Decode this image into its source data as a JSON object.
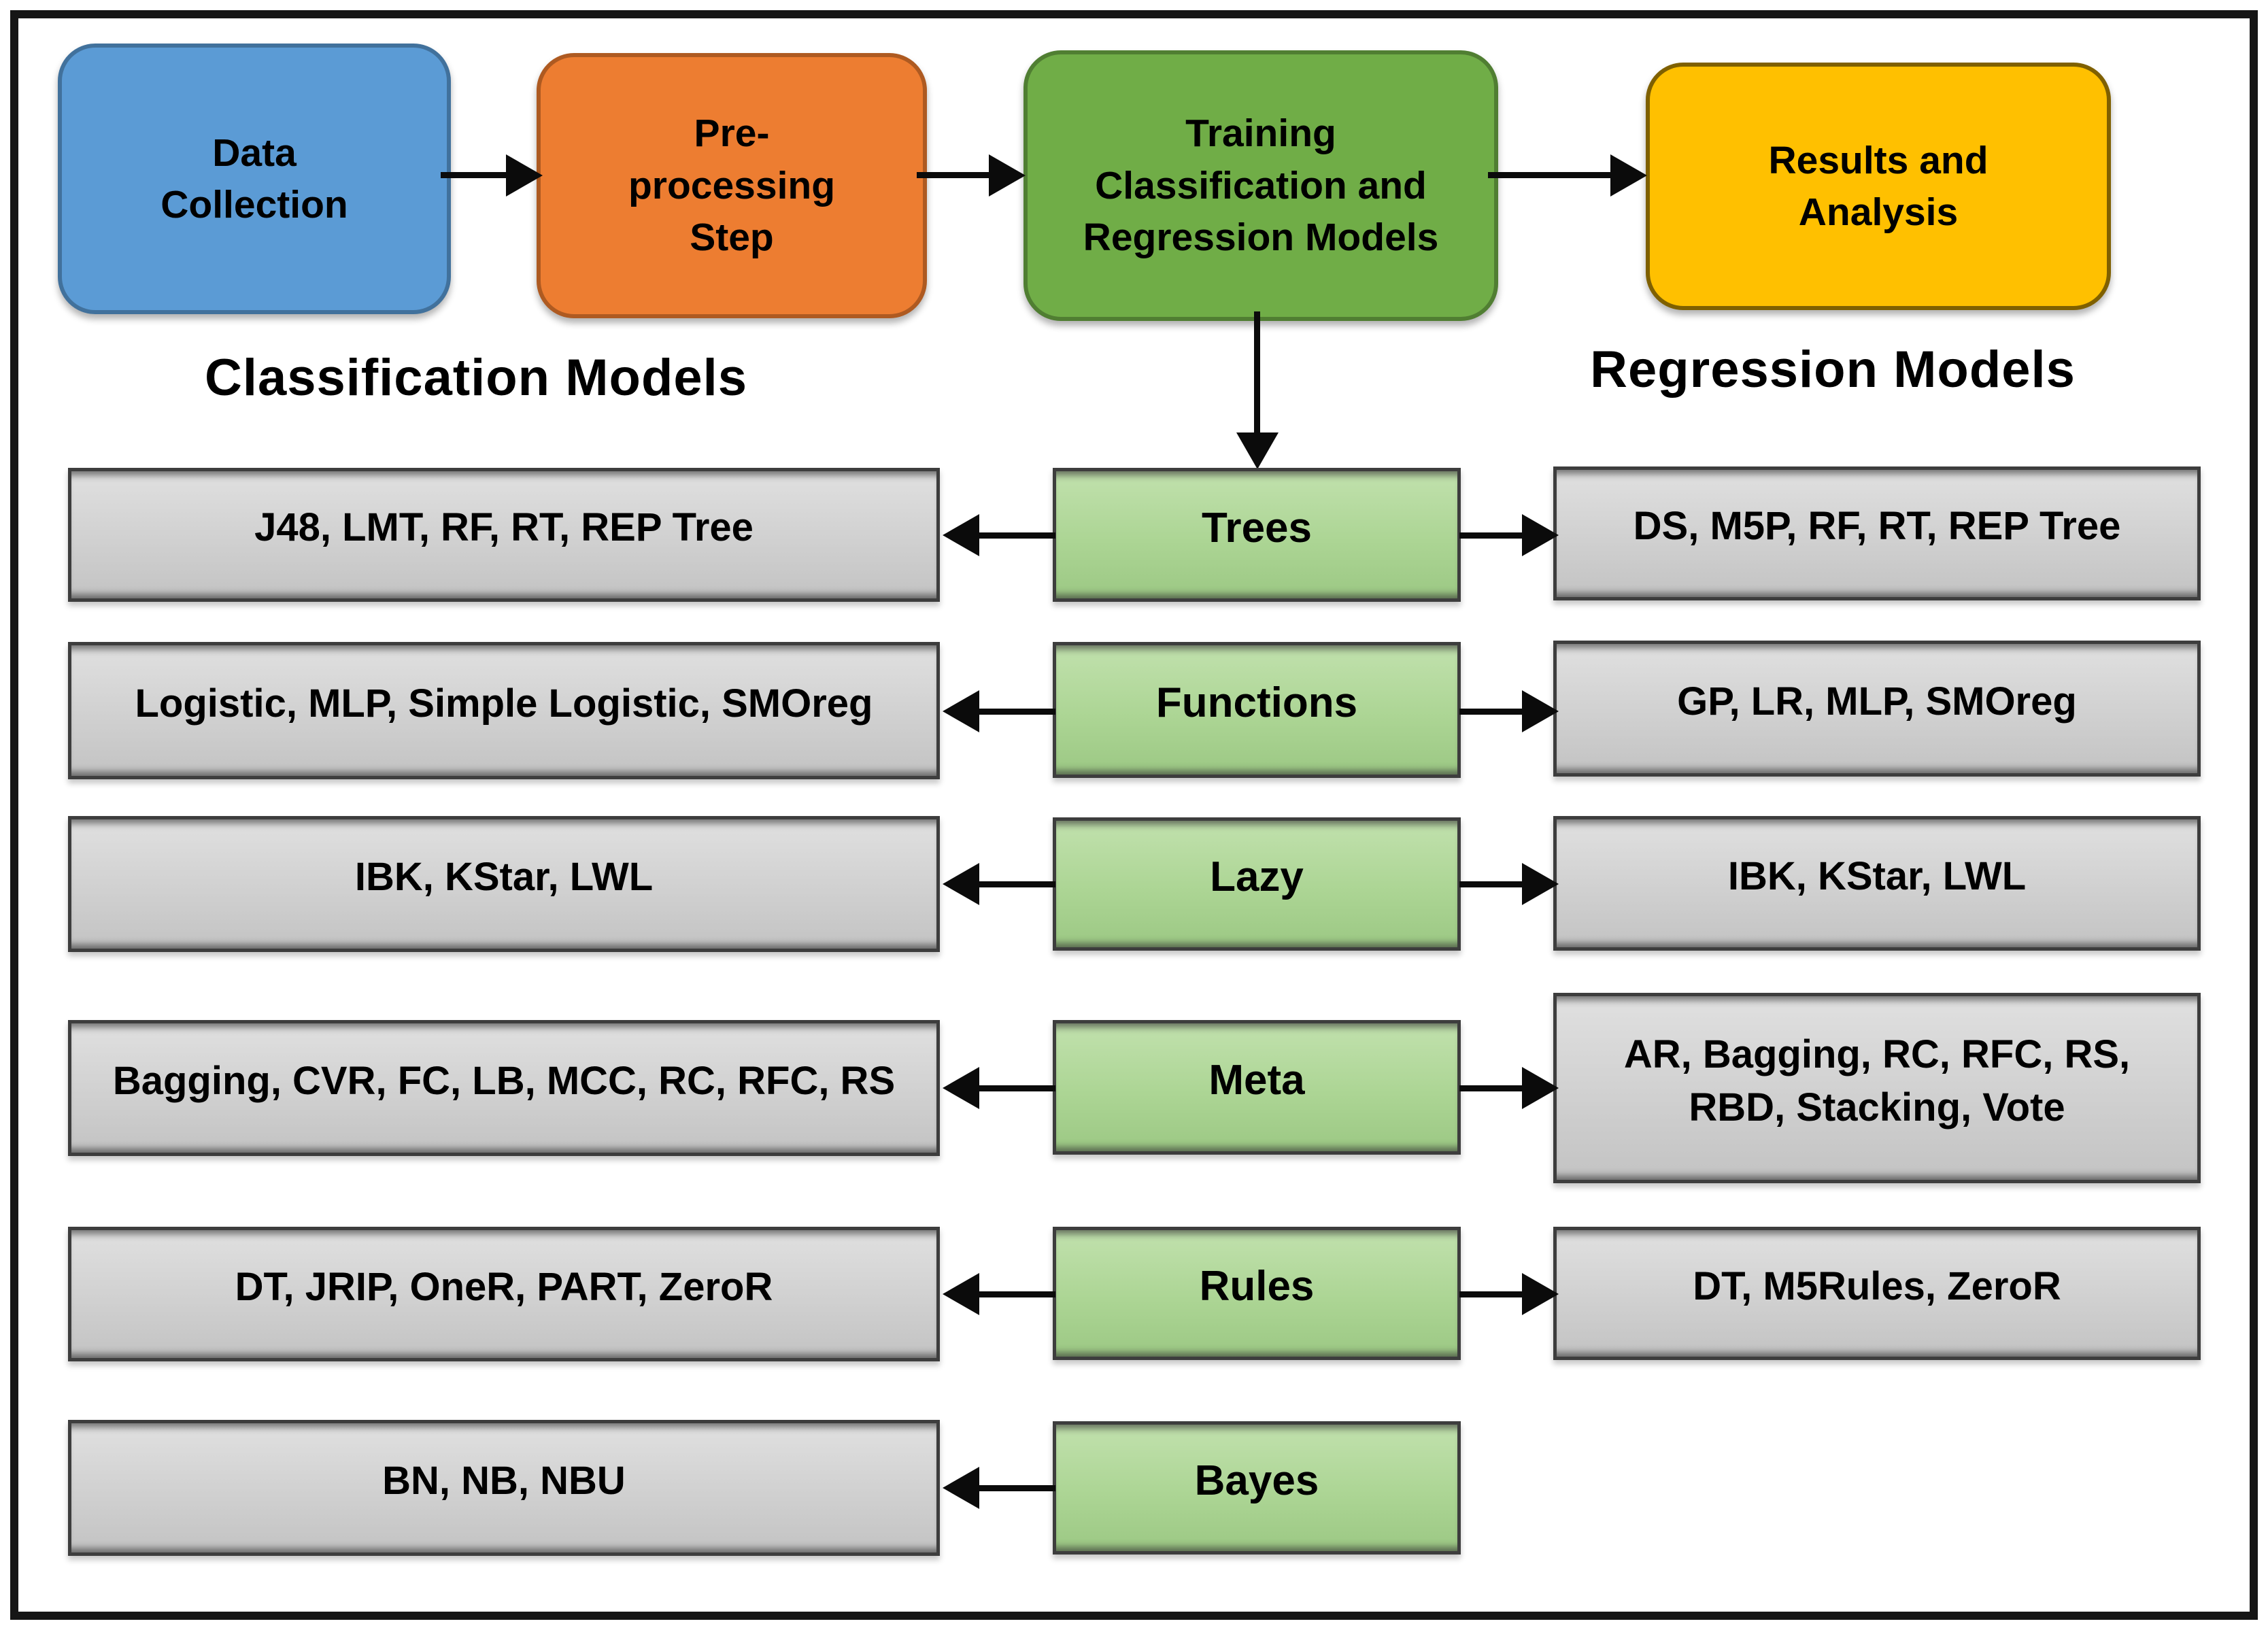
{
  "diagram": {
    "pipeline": [
      {
        "label": "Data Collection",
        "fill": "#5B9BD5",
        "border": "#41719C"
      },
      {
        "label": "Pre-processing Step",
        "fill": "#ED7D31",
        "border": "#AE5A21"
      },
      {
        "label": "Training Classification and Regression Models",
        "fill": "#70AD47",
        "border": "#507E32"
      },
      {
        "label": "Results and Analysis",
        "fill": "#FFC000",
        "border": "#7F6000"
      }
    ],
    "headings": {
      "left": "Classification Models",
      "right": "Regression Models"
    },
    "rows": [
      {
        "category": "Trees",
        "classification": "J48, LMT, RF, RT, REP Tree",
        "regression": "DS, M5P, RF, RT, REP Tree"
      },
      {
        "category": "Functions",
        "classification": "Logistic, MLP, Simple Logistic, SMOreg",
        "regression": "GP, LR, MLP, SMOreg"
      },
      {
        "category": "Lazy",
        "classification": "IBK, KStar, LWL",
        "regression": "IBK, KStar, LWL"
      },
      {
        "category": "Meta",
        "classification": "Bagging, CVR, FC, LB, MCC, RC, RFC, RS",
        "regression": "AR, Bagging, RC, RFC, RS, RBD, Stacking, Vote"
      },
      {
        "category": "Rules",
        "classification": "DT, JRIP, OneR, PART, ZeroR",
        "regression": "DT, M5Rules, ZeroR"
      },
      {
        "category": "Bayes",
        "classification": "BN, NB, NBU",
        "regression": null
      }
    ],
    "colors": {
      "category_box_fill": "#A9D18E",
      "model_box_fill": "#D2D2D2",
      "box_border": "#3D3D3D",
      "arrow": "#0B0B0B",
      "frame": "#161616",
      "text": "#000000"
    }
  }
}
